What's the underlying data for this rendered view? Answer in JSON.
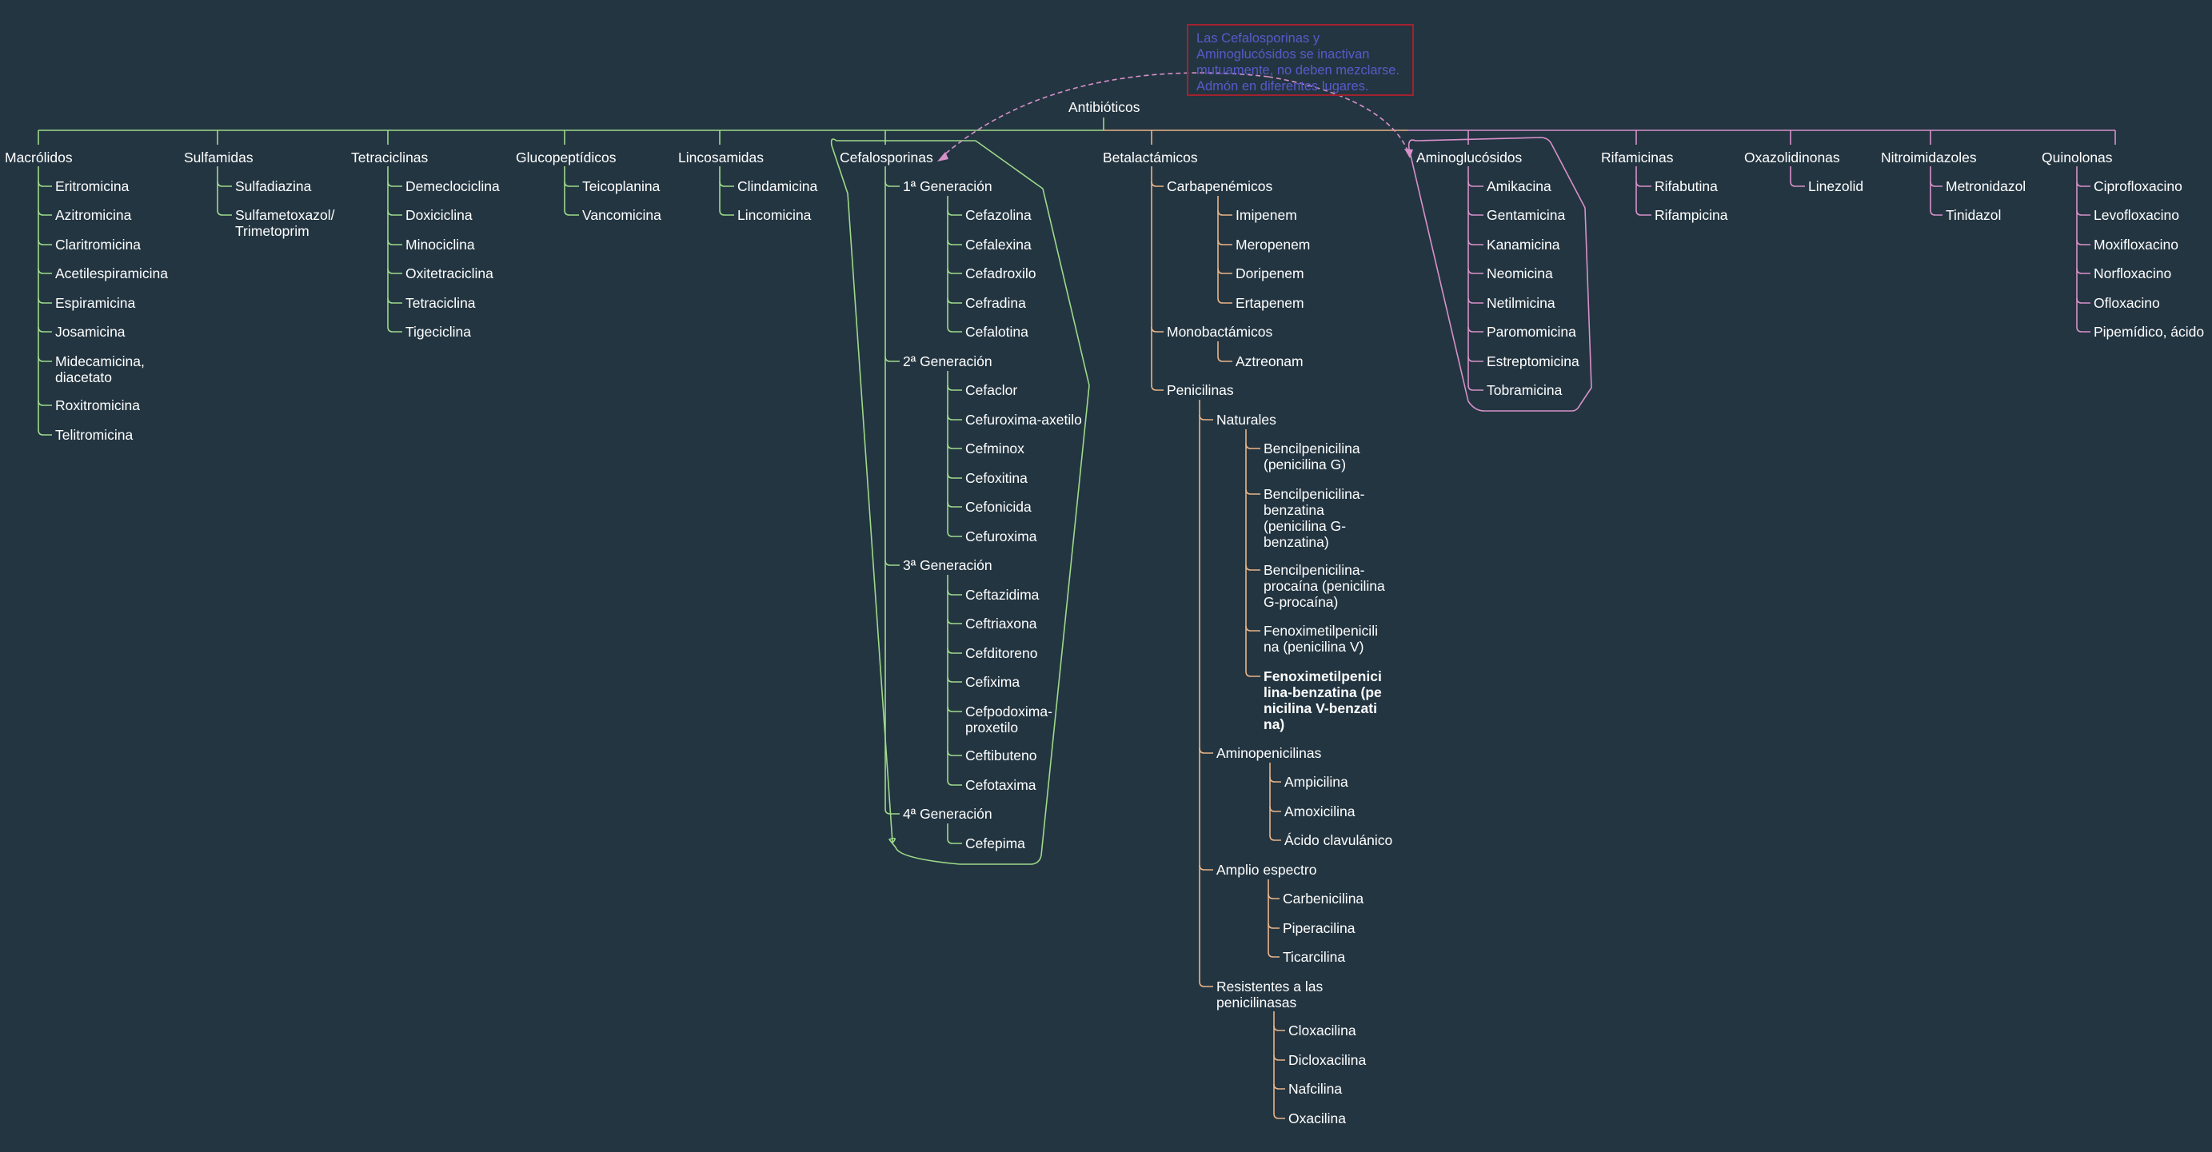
{
  "colors": {
    "background": "#233541",
    "text": "#ffffff",
    "green_branch": "#9ed98a",
    "orange_branch": "#e9b488",
    "pink_branch": "#d791c9",
    "note_border": "#a3212f",
    "note_text": "#5a59c9"
  },
  "note": {
    "text": "Las Cefalosporinas y Aminoglucósidos se inactivan mutuamente, no deben mezclarse. Admón en diferentes lugares."
  },
  "root": {
    "label": "Antibióticos"
  },
  "groups": {
    "macrolidos": {
      "label": "Macrólidos",
      "items": [
        "Eritromicina",
        "Azitromicina",
        "Claritromicina",
        "Acetilespiramicina",
        "Espiramicina",
        "Josamicina",
        "Midecamicina, diacetato",
        "Roxitromicina",
        "Telitromicina"
      ]
    },
    "sulfamidas": {
      "label": "Sulfamidas",
      "items": [
        "Sulfadiazina",
        "Sulfametoxazol/ Trimetoprim"
      ]
    },
    "tetraciclinas": {
      "label": "Tetraciclinas",
      "items": [
        "Demeclociclina",
        "Doxiciclina",
        "Minociclina",
        "Oxitetraciclina",
        "Tetraciclina",
        "Tigeciclina"
      ]
    },
    "glucopeptidicos": {
      "label": "Glucopeptídicos",
      "items": [
        "Teicoplanina",
        "Vancomicina"
      ]
    },
    "lincosamidas": {
      "label": "Lincosamidas",
      "items": [
        "Clindamicina",
        "Lincomicina"
      ]
    },
    "cefalosporinas": {
      "label": "Cefalosporinas",
      "gens": [
        {
          "label": "1ª Generación",
          "items": [
            "Cefazolina",
            "Cefalexina",
            "Cefadroxilo",
            "Cefradina",
            "Cefalotina"
          ]
        },
        {
          "label": "2ª Generación",
          "items": [
            "Cefaclor",
            "Cefuroxima-axetilo",
            "Cefminox",
            "Cefoxitina",
            "Cefonicida",
            "Cefuroxima"
          ]
        },
        {
          "label": "3ª Generación",
          "items": [
            "Ceftazidima",
            "Ceftriaxona",
            "Cefditoreno",
            "Cefixima",
            "Cefpodoxima-proxetilo",
            "Ceftibuteno",
            "Cefotaxima"
          ]
        },
        {
          "label": "4ª Generación",
          "items": [
            "Cefepima"
          ]
        }
      ]
    },
    "betalactamicos": {
      "label": "Betalactámicos",
      "carbapenemicos": {
        "label": "Carbapenémicos",
        "items": [
          "Imipenem",
          "Meropenem",
          "Doripenem",
          "Ertapenem"
        ]
      },
      "monobactamicos": {
        "label": "Monobactámicos",
        "items": [
          "Aztreonam"
        ]
      },
      "penicilinas": {
        "label": "Penicilinas",
        "naturales": {
          "label": "Naturales",
          "items": [
            "Bencilpenicilina (penicilina G)",
            "Bencilpenicilina-benzatina (penicilina G-benzatina)",
            "Bencilpenicilina-procaína (penicilina G-procaína)",
            "Fenoximetilpenicilina (penicilina V)",
            "Fenoximetilpenicilina-benzatina (penicilina V-benzatina)"
          ]
        },
        "aminopenicilinas": {
          "label": "Aminopenicilinas",
          "items": [
            "Ampicilina",
            "Amoxicilina",
            "Ácido clavulánico"
          ]
        },
        "amplio": {
          "label": "Amplio espectro",
          "items": [
            "Carbenicilina",
            "Piperacilina",
            "Ticarcilina"
          ]
        },
        "resistentes": {
          "label": "Resistentes a las penicilinasas",
          "items": [
            "Cloxacilina",
            "Dicloxacilina",
            "Nafcilina",
            "Oxacilina"
          ]
        }
      }
    },
    "aminoglucosidos": {
      "label": "Aminoglucósidos",
      "items": [
        "Amikacina",
        "Gentamicina",
        "Kanamicina",
        "Neomicina",
        "Netilmicina",
        "Paromomicina",
        "Estreptomicina",
        "Tobramicina"
      ]
    },
    "rifamicinas": {
      "label": "Rifamicinas",
      "items": [
        "Rifabutina",
        "Rifampicina"
      ]
    },
    "oxazolidinonas": {
      "label": "Oxazolidinonas",
      "items": [
        "Linezolid"
      ]
    },
    "nitroimidazoles": {
      "label": "Nitroimidazoles",
      "items": [
        "Metronidazol",
        "Tinidazol"
      ]
    },
    "quinolonas": {
      "label": "Quinolonas",
      "items": [
        "Ciprofloxacino",
        "Levofloxacino",
        "Moxifloxacino",
        "Norfloxacino",
        "Ofloxacino",
        "Pipemídico, ácido"
      ]
    }
  }
}
